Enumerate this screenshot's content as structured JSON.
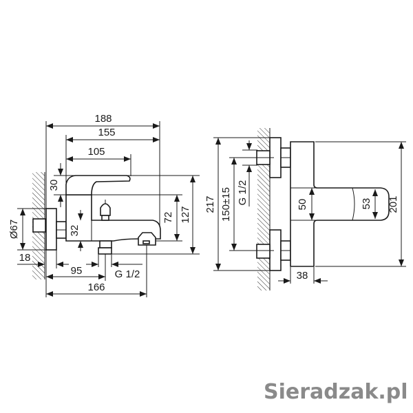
{
  "side_view": {
    "dims": {
      "overall_length": "188",
      "body_length": "155",
      "lever_length": "105",
      "lever_height": "30",
      "flange_diameter": "Ø67",
      "spout_height": "32",
      "outlet_height": "72",
      "total_height": "127",
      "flange_depth": "18",
      "wall_to_connector": "95",
      "connector_thread": "G 1/2",
      "wall_to_outlet": "166"
    }
  },
  "front_view": {
    "dims": {
      "overall_height": "217",
      "spacing": "150±15",
      "inlet_thread": "G 1/2",
      "lever_height": "50",
      "lever_end_height": "53",
      "body_height": "201",
      "body_width": "38"
    }
  },
  "watermark": "Sieradzak.pl"
}
